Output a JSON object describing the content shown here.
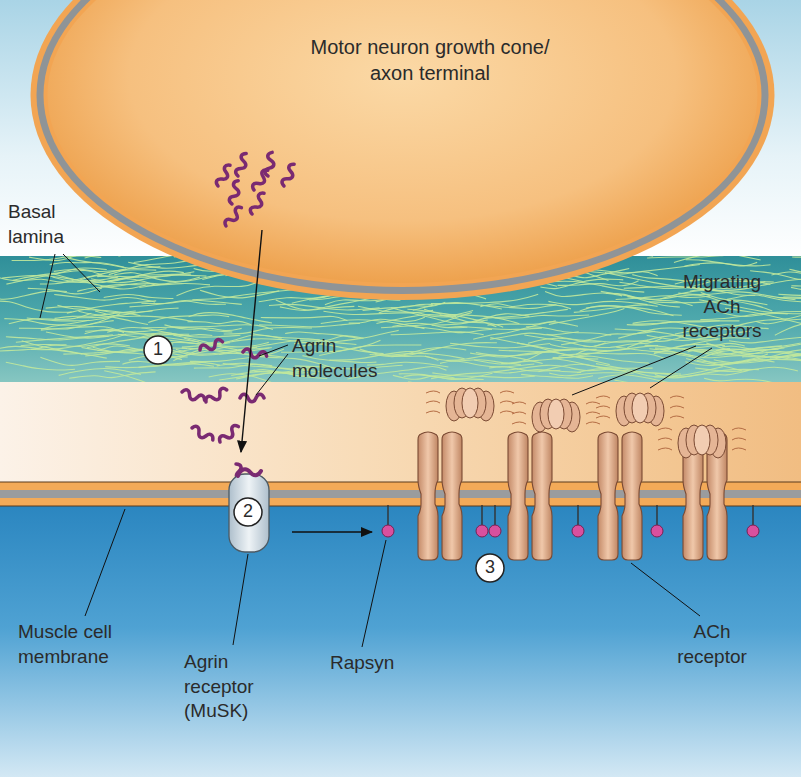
{
  "diagram": {
    "nodes": [
      {
        "text": [
          "Motor neuron growth cone/ axon terminal"
        ]
      },
      {
        "text": [
          "1"
        ]
      },
      {
        "text": [
          "2"
        ]
      },
      {
        "text": [
          "3"
        ]
      }
    ],
    "labels": [
      "Basal lamina",
      "Agrin molecules",
      "Migrating ACh receptors",
      "Muscle cell membrane",
      "Agrin receptor (MuSK)",
      "Rapsyn",
      "ACh receptor"
    ]
  }
}
